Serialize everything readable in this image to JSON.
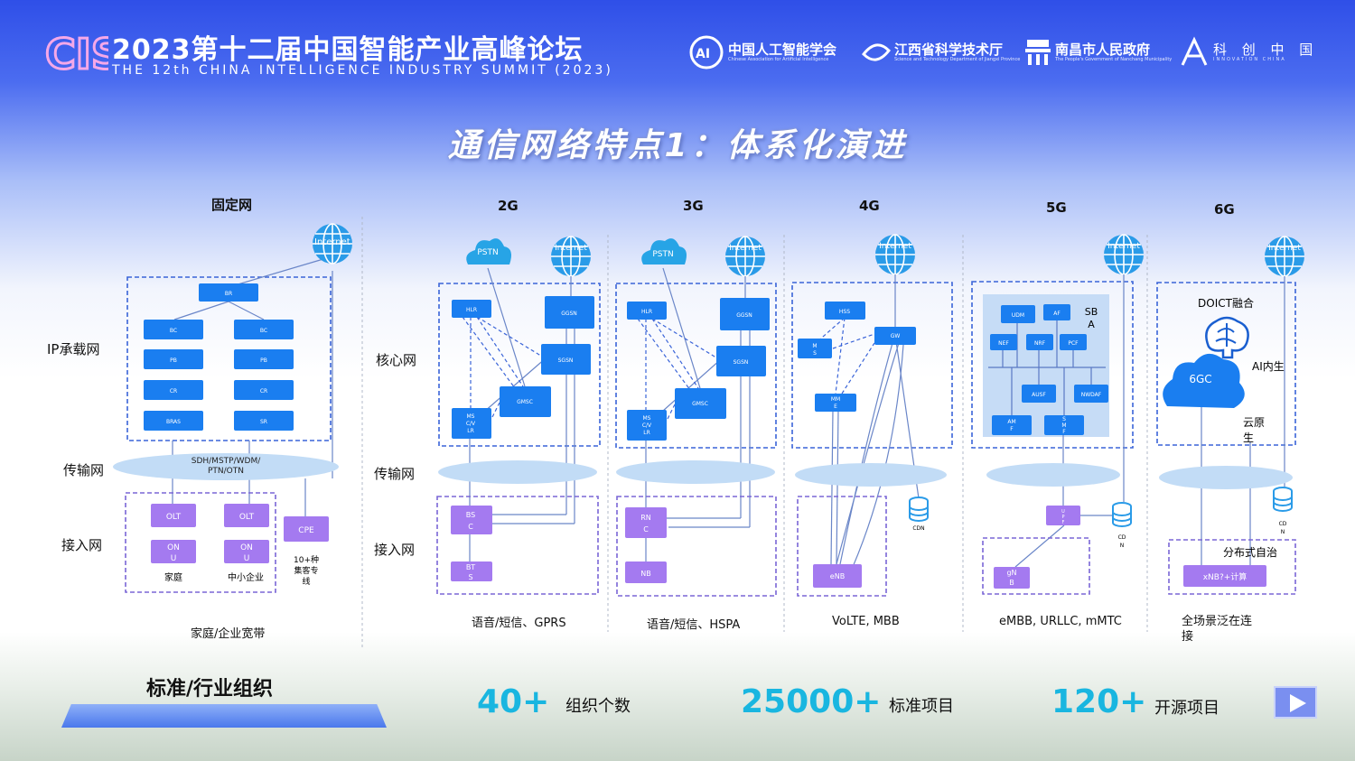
{
  "header": {
    "logo_text": "CIIS",
    "title": "2023第十二届中国智能产业高峰论坛",
    "subtitle": "THE 12th CHINA INTELLIGENCE INDUSTRY SUMMIT (2023)",
    "partners": [
      {
        "name": "中国人工智能学会",
        "sub": "Chinese Association for Artificial Intelligence",
        "icon": "caai-logo-icon"
      },
      {
        "name": "江西省科学技术厅",
        "sub": "Science and Technology Department of Jiangxi Province",
        "icon": "jiangxi-sci-logo-icon"
      },
      {
        "name": "南昌市人民政府",
        "sub": "The People's Government of Nanchang Municipality",
        "icon": "nanchang-gov-logo-icon"
      },
      {
        "name": "科 创 中 国",
        "sub": "INNOVATION CHINA",
        "icon": "innovation-china-logo-icon"
      }
    ]
  },
  "slide_title": "通信网络特点1：体系化演进",
  "columns": {
    "fixed": "固定网",
    "g2": "2G",
    "g3": "3G",
    "g4": "4G",
    "g5": "5G",
    "g6": "6G"
  },
  "layers": {
    "ip_bearer": "IP承载网",
    "transport_left": "传输网",
    "access_left": "接入网",
    "core": "核心网",
    "transport_mid": "传输网",
    "access_mid": "接入网"
  },
  "fixed_net": {
    "internet": "Internet",
    "br": "BR",
    "left_nodes": [
      "BC",
      "PB",
      "CR",
      "BRAS"
    ],
    "right_nodes": [
      "BC",
      "PB",
      "CR",
      "SR"
    ],
    "transport": "SDH/MSTP/WDM/\nPTN/OTN",
    "olt1": "OLT",
    "onu1": "ON\nU",
    "home": "家庭",
    "olt2": "OLT",
    "onu2": "ON\nU",
    "sme": "中小企业",
    "cpe": "CPE",
    "cpe_note": "10+种\n集客专\n线",
    "caption": "家庭/企业宽带"
  },
  "g2_net": {
    "pstn": "PSTN",
    "internet": "Internet",
    "hlr": "HLR",
    "ggsn": "GGSN",
    "sgsn": "SGSN",
    "gmsc": "GMSC",
    "msc": "MS\nC/V\nLR",
    "bsc": "BS\nC",
    "bts": "BT\nS",
    "caption": "语音/短信、GPRS"
  },
  "g3_net": {
    "pstn": "PSTN",
    "internet": "Internet",
    "hlr": "HLR",
    "ggsn": "GGSN",
    "sgsn": "SGSN",
    "gmsc": "GMSC",
    "msc": "MS\nC/V\nLR",
    "rnc": "RN\nC",
    "nb": "NB",
    "caption": "语音/短信、HSPA"
  },
  "g4_net": {
    "internet": "Internet",
    "hss": "HSS",
    "ms": "M\nS",
    "gw": "GW",
    "mme": "MM\nE",
    "cdn": "CDN",
    "enb": "eNB",
    "caption": "VoLTE, MBB"
  },
  "g5_net": {
    "internet": "Internet",
    "sba": "SB\nA",
    "udm": "UDM",
    "af": "AF",
    "nef": "NEF",
    "nrf": "NRF",
    "pcf": "PCF",
    "ausf": "AUSF",
    "nwdaf": "NWDAF",
    "amf": "AM\nF",
    "smf": "S\nM\nF",
    "upf": "U\nP\nF",
    "cdn": "CD\nN",
    "gnb": "gN\nB",
    "caption": "eMBB, URLLC, mMTC"
  },
  "g6_net": {
    "internet": "Internet",
    "doict": "DOICT融合",
    "ai_native": "AI内生",
    "core_6gc": "6GC",
    "cloud_native": "云原\n生",
    "cdn": "CD\nN",
    "distributed": "分布式自治",
    "xnb": "xNB?+计算",
    "caption": "全场景泛在连\n接"
  },
  "footer": {
    "org_label": "标准/行业组织",
    "stats": [
      {
        "value": "40+",
        "label": "组织个数"
      },
      {
        "value": "25000+",
        "label": "标准项目"
      },
      {
        "value": "120+",
        "label": "开源项目"
      }
    ]
  },
  "colors": {
    "node_blue": "#1a7ef0",
    "node_purple": "#a47af0",
    "dash_blue": "#3a64d8",
    "dash_purple": "#7a66d6",
    "globe": "#2a9be8",
    "stat_cyan": "#19b6e0",
    "ellipse": "#c2dcf6"
  }
}
